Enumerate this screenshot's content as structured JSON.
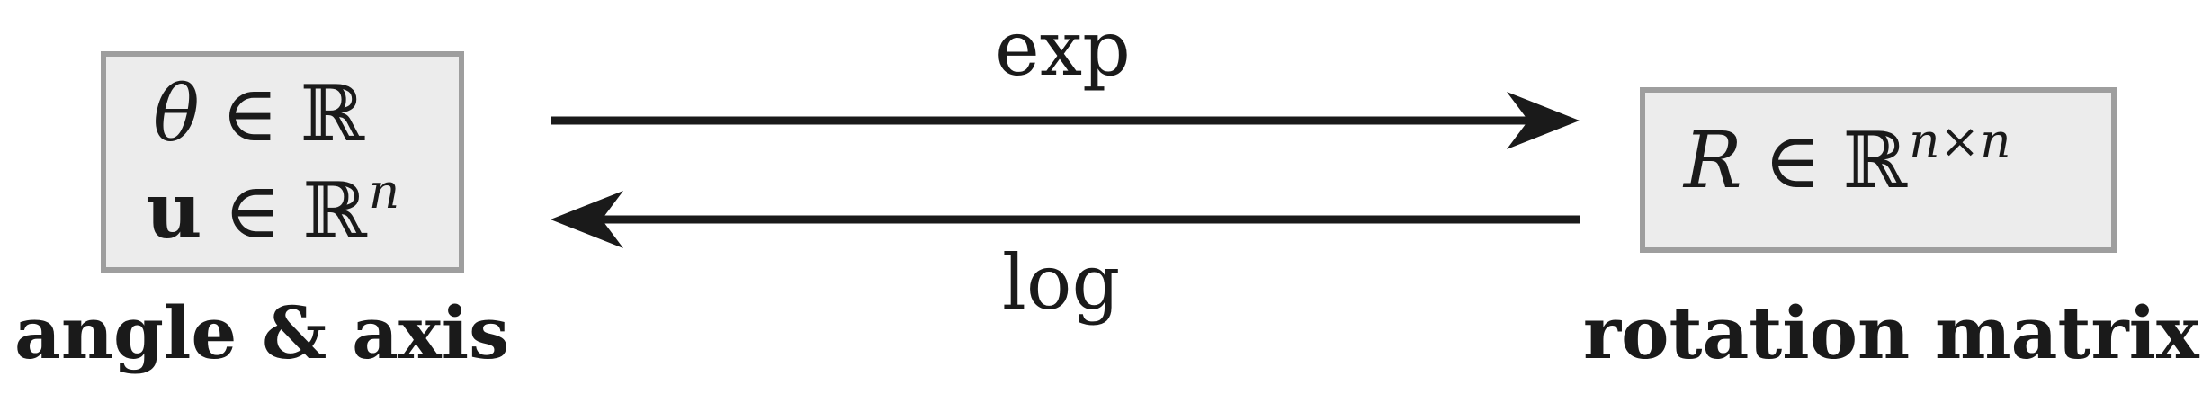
{
  "left_box": {
    "line1": {
      "var": "θ",
      "rel": "∈",
      "set": "ℝ"
    },
    "line2": {
      "var": "u",
      "rel": "∈",
      "set": "ℝ",
      "exp": "n"
    },
    "caption": "angle & axis"
  },
  "right_box": {
    "expr": {
      "var": "R",
      "rel": "∈",
      "set": "ℝ",
      "exp": "n×n"
    },
    "caption": "rotation matrix"
  },
  "arrows": {
    "forward_label": "exp",
    "backward_label": "log"
  },
  "colors": {
    "box_fill": "#ececec",
    "box_border": "#9e9e9e",
    "ink": "#1a1a1a"
  }
}
